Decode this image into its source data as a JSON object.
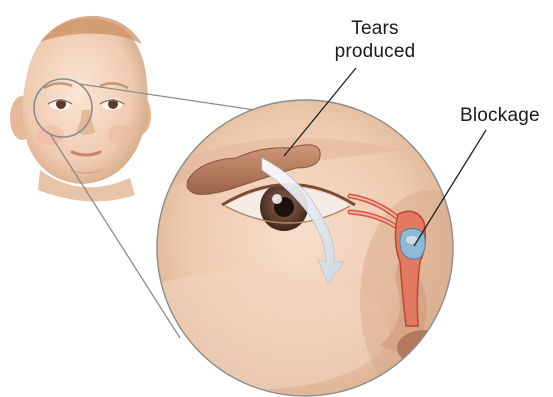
{
  "labels": {
    "tears_line1": "Tears",
    "tears_line2": "produced",
    "blockage": "Blockage"
  },
  "colors": {
    "skin_light": "#f6dcc8",
    "skin_mid": "#e9c1a4",
    "skin_shadow": "#c99a7c",
    "hair": "#c98a5a",
    "gland": "#b97d5c",
    "duct": "#d9573d",
    "blockage_fill": "#8fb8d4",
    "tear_arrow": "#e8eef4",
    "iris": "#6b4b3a",
    "leader_line": "#222222",
    "outline": "#9a9a9a"
  },
  "icons": {
    "face": "baby-face-illustration",
    "magnifier": "magnified-eye-inset"
  }
}
